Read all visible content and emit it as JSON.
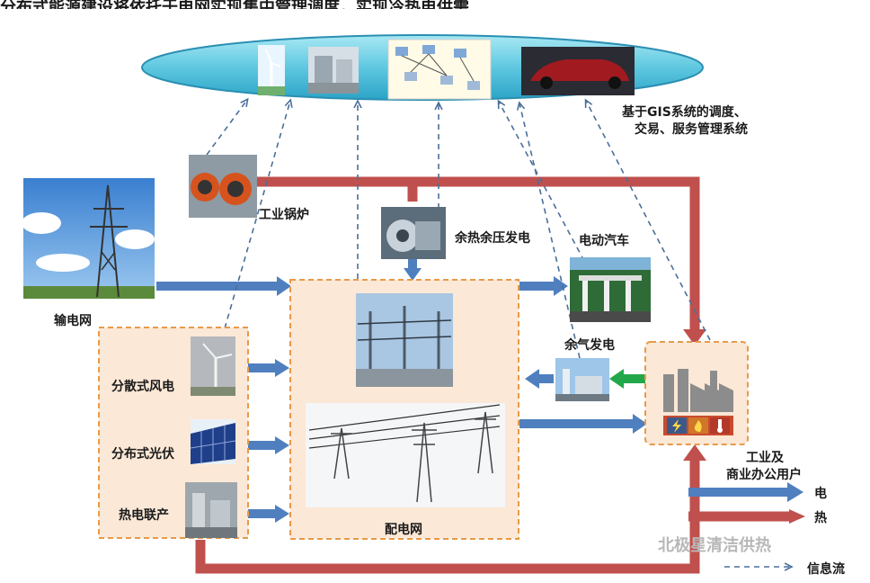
{
  "colors": {
    "power_arrow": "#4f7fbf",
    "heat_arrow": "#c0504d",
    "info_dash": "#4a6f9a",
    "green_arrow": "#22a84a",
    "box_border": "#e89a4a",
    "box_fill": "#fbe8d6",
    "ellipse_fill": "#5fc8e0"
  },
  "top_caption": "分布式能源建设将依托于电网实现集中管理调度，实现冷热电供需",
  "labels": {
    "gis_system_line1": "基于GIS系统的调度、",
    "gis_system_line2": "交易、服务管理系统",
    "industrial_boiler": "工业锅炉",
    "waste_heat_power": "余热余压发电",
    "electric_vehicle": "电动汽车",
    "transmission_grid": "输电网",
    "distributed_wind": "分散式风电",
    "distributed_pv": "分布式光伏",
    "chp": "热电联产",
    "residual_gas_power": "余气发电",
    "distribution_grid": "配电网",
    "users_line1": "工业及",
    "users_line2": "商业办公用户"
  },
  "legend": [
    {
      "label": "电",
      "kind": "power"
    },
    {
      "label": "热",
      "kind": "heat"
    },
    {
      "label": "信息流",
      "kind": "info"
    }
  ],
  "watermark": "北极星清洁供热"
}
